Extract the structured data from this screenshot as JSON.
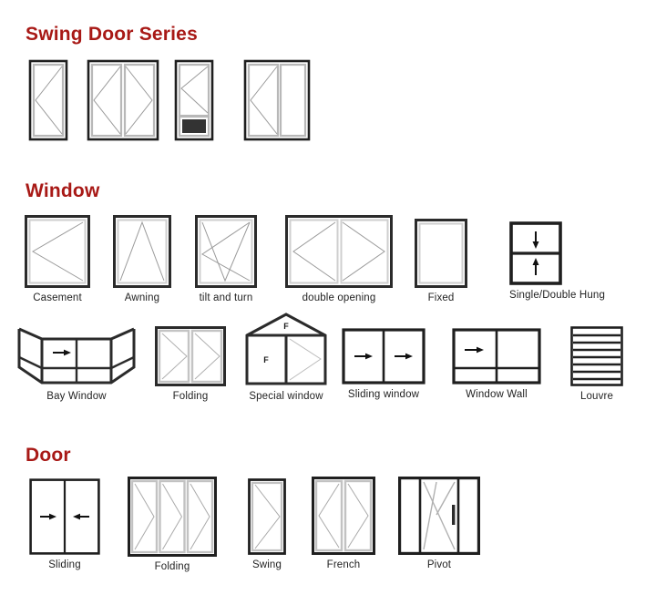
{
  "page": {
    "background": "#ffffff",
    "accent_color": "#a81916",
    "line_color": "#1f1f1f",
    "glass_color": "#ffffff",
    "frame_fill": "#d6d6d6"
  },
  "sections": [
    {
      "id": "swing-door-series",
      "title": "Swing Door Series",
      "items": [
        {
          "id": "swing-single",
          "label": "",
          "type": "single-leaf-casement-left"
        },
        {
          "id": "swing-double",
          "label": "",
          "type": "double-leaf-casement"
        },
        {
          "id": "swing-with-panel",
          "label": "",
          "type": "single-leaf-with-dark-panel"
        },
        {
          "id": "swing-plus-fixed",
          "label": "",
          "type": "leaf-plus-fixed"
        }
      ]
    },
    {
      "id": "window",
      "title": "Window",
      "items": [
        {
          "id": "casement",
          "label": "Casement",
          "type": "casement"
        },
        {
          "id": "awning",
          "label": "Awning",
          "type": "awning"
        },
        {
          "id": "tilt-and-turn",
          "label": "tilt and turn",
          "type": "tilt-and-turn"
        },
        {
          "id": "double-opening",
          "label": "double opening",
          "type": "double-opening"
        },
        {
          "id": "fixed",
          "label": "Fixed",
          "type": "fixed"
        },
        {
          "id": "single-double-hung",
          "label": "Single/Double Hung",
          "type": "hung",
          "arrows": [
            "down",
            "up"
          ]
        },
        {
          "id": "bay-window",
          "label": "Bay Window",
          "type": "bay",
          "arrows": [
            "right"
          ]
        },
        {
          "id": "folding-window",
          "label": "Folding",
          "type": "folding-window"
        },
        {
          "id": "special-window",
          "label": "Special window",
          "type": "special",
          "marks": [
            "F",
            "F"
          ]
        },
        {
          "id": "sliding-window",
          "label": "Sliding window",
          "type": "sliding-window",
          "arrows": [
            "right",
            "right"
          ]
        },
        {
          "id": "window-wall",
          "label": "Window Wall",
          "type": "window-wall",
          "arrows": [
            "right"
          ]
        },
        {
          "id": "louvre",
          "label": "Louvre",
          "type": "louvre",
          "slats": 7
        }
      ]
    },
    {
      "id": "door",
      "title": "Door",
      "items": [
        {
          "id": "sliding-door",
          "label": "Sliding",
          "type": "sliding-door",
          "arrows": [
            "right",
            "left"
          ]
        },
        {
          "id": "folding-door",
          "label": "Folding",
          "type": "folding-door"
        },
        {
          "id": "swing-door",
          "label": "Swing",
          "type": "swing-door"
        },
        {
          "id": "french-door",
          "label": "French",
          "type": "french-door"
        },
        {
          "id": "pivot-door",
          "label": "Pivot",
          "type": "pivot-door"
        }
      ]
    }
  ]
}
